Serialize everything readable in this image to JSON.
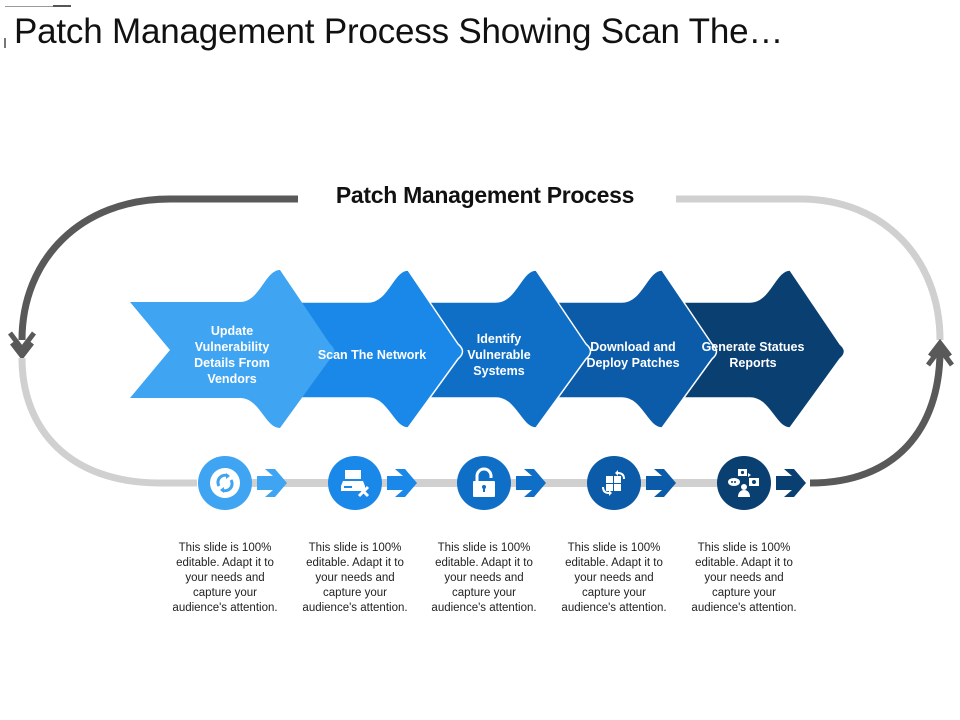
{
  "slide": {
    "title": "Patch Management Process Showing Scan The…"
  },
  "diagram": {
    "title": "Patch Management Process",
    "colors": {
      "loop_dark": "#595959",
      "loop_light": "#d0d0d0",
      "connector": "#d0d0d0"
    },
    "steps": [
      {
        "label": "Update Vulnerability Details From Vendors",
        "color": "#3fa4f2",
        "icon": "refresh-icon",
        "description": "This slide is 100% editable. Adapt it to your needs and capture your audience's attention."
      },
      {
        "label": "Scan The Network",
        "color": "#1a88e8",
        "icon": "network-scan-icon",
        "description": "This slide is 100% editable. Adapt it to your needs and capture your audience's attention."
      },
      {
        "label": "Identify Vulnerable Systems",
        "color": "#0f6fc7",
        "icon": "unlocked-padlock-icon",
        "description": "This slide is 100% editable. Adapt it to your needs and capture your audience's attention."
      },
      {
        "label": "Download and Deploy Patches",
        "color": "#0b5ba8",
        "icon": "deploy-windows-icon",
        "description": "This slide is 100% editable. Adapt it to your needs and capture your audience's attention."
      },
      {
        "label": "Generate Statues Reports",
        "color": "#0a3f72",
        "icon": "reports-media-icon",
        "description": "This slide is 100% editable. Adapt it to your needs and capture your audience's attention."
      }
    ]
  }
}
